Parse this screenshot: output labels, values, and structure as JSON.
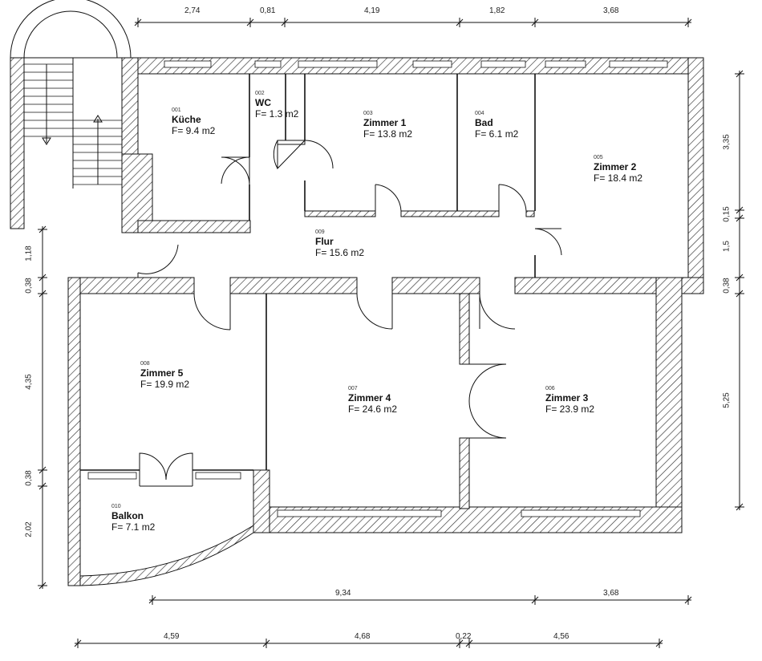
{
  "rooms": {
    "kueche": {
      "number": "001",
      "name": "Küche",
      "area": "F= 9.4 m2"
    },
    "wc": {
      "number": "002",
      "name": "WC",
      "area": "F= 1.3 m2"
    },
    "zimmer1": {
      "number": "003",
      "name": "Zimmer 1",
      "area": "F= 13.8 m2"
    },
    "bad": {
      "number": "004",
      "name": "Bad",
      "area": "F= 6.1 m2"
    },
    "zimmer2": {
      "number": "005",
      "name": "Zimmer 2",
      "area": "F= 18.4 m2"
    },
    "zimmer3": {
      "number": "006",
      "name": "Zimmer 3",
      "area": "F= 23.9 m2"
    },
    "zimmer4": {
      "number": "007",
      "name": "Zimmer 4",
      "area": "F= 24.6 m2"
    },
    "zimmer5": {
      "number": "008",
      "name": "Zimmer 5",
      "area": "F= 19.9 m2"
    },
    "flur": {
      "number": "009",
      "name": "Flur",
      "area": "F= 15.6 m2"
    },
    "balkon": {
      "number": "010",
      "name": "Balkon",
      "area": "F= 7.1 m2"
    }
  },
  "dimensions": {
    "top": [
      "2,74",
      "0,81",
      "4,19",
      "1,82",
      "3,68"
    ],
    "right": [
      "3,35",
      "0,15",
      "1,5",
      "0,38",
      "5,25"
    ],
    "left": [
      "1,18",
      "0,38",
      "4,35",
      "0,38",
      "2,02"
    ],
    "bottom1": [
      "9,34",
      "3,68"
    ],
    "bottom2": [
      "4,59",
      "4,68",
      "0,22",
      "4,56"
    ]
  },
  "colors": {
    "line": "#111111",
    "hatch": "#333333",
    "background": "#ffffff"
  }
}
